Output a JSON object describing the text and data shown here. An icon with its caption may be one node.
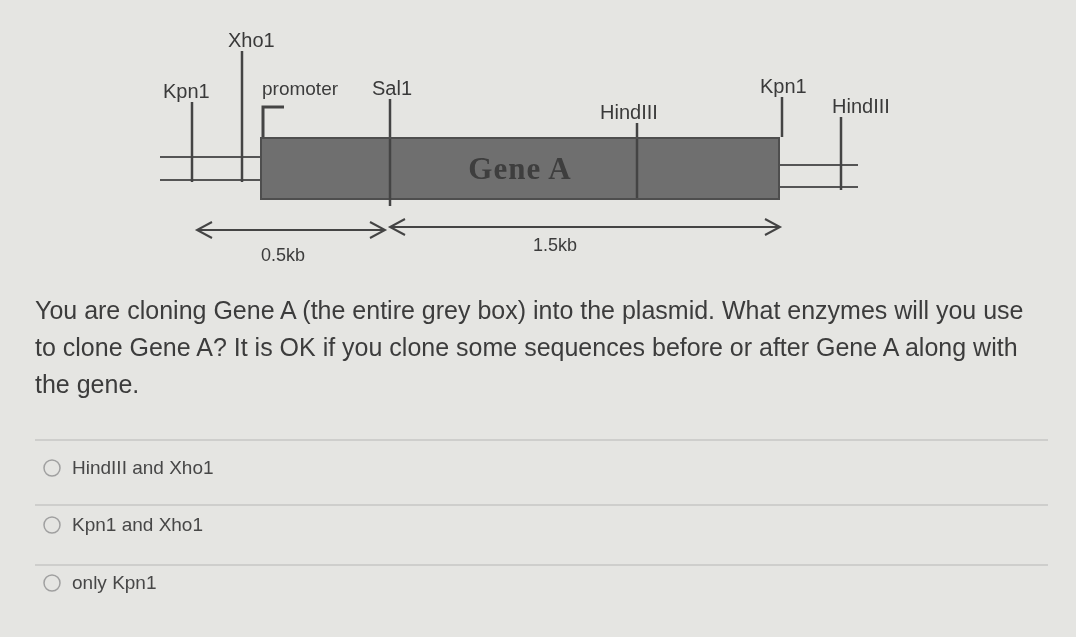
{
  "diagram": {
    "nodes": [
      {
        "text": [
          "Xho1"
        ]
      },
      {
        "text": [
          "Kpn1"
        ]
      },
      {
        "text": [
          "Sal1"
        ]
      },
      {
        "text": [
          "Kpn1"
        ]
      },
      {
        "text": [
          "HindIII"
        ]
      },
      {
        "text": [
          "HindIII"
        ]
      },
      {
        "text": [
          "Gene A"
        ]
      }
    ],
    "edges": [
      {
        "from": 0,
        "to": null,
        "arrow": "none"
      },
      {
        "from": 1,
        "to": null,
        "arrow": "none"
      },
      {
        "from": 2,
        "to": 6,
        "arrow": "none"
      },
      {
        "from": 3,
        "to": 6,
        "arrow": "none"
      },
      {
        "from": 4,
        "to": 6,
        "arrow": "none"
      },
      {
        "from": 5,
        "to": null,
        "arrow": "none"
      }
    ],
    "labels": [
      "promoter",
      "0.5kb",
      "1.5kb",
      "You are cloning Gene A (the entire grey box) into the plasmid. What enzymes will you use to clone Gene A? It is OK if you clone some sequences before or after Gene A along with the gene.",
      "HindIII and Xho1",
      "Kpn1 and Xho1",
      "only Kpn1"
    ]
  }
}
